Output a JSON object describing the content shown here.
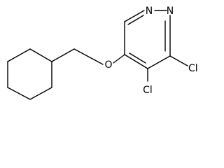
{
  "molecule": {
    "atoms": {
      "n1": "N",
      "n2": "N",
      "o": "O",
      "cl_top": "Cl",
      "cl_bottom": "Cl"
    },
    "colors": {
      "bond": "#000000",
      "label": "#000000",
      "background": "#ffffff"
    }
  }
}
